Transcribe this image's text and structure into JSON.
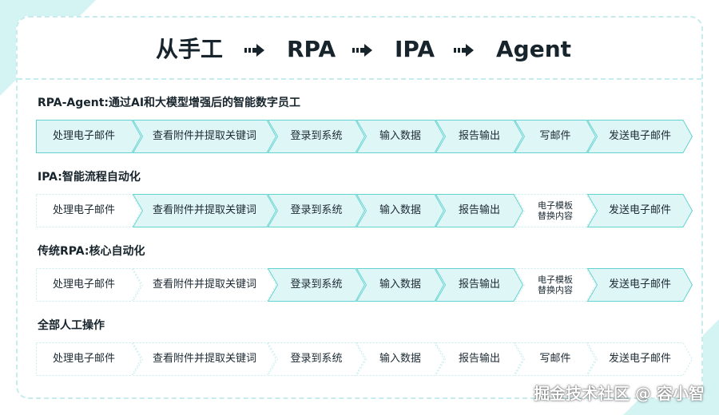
{
  "title": {
    "items": [
      "从手工",
      "RPA",
      "IPA",
      "Agent"
    ]
  },
  "colors": {
    "accent_fill": "#dff6f6",
    "accent_stroke": "#63d3d0",
    "plain_stroke": "#c7ecec"
  },
  "rows": [
    {
      "label": "RPA-Agent:通过AI和大模型增强后的智能数字员工",
      "steps": [
        {
          "text": "处理电子邮件",
          "filled": true
        },
        {
          "text": "查看附件并提取关键词",
          "filled": true
        },
        {
          "text": "登录到系统",
          "filled": true
        },
        {
          "text": "输入数据",
          "filled": true
        },
        {
          "text": "报告输出",
          "filled": true
        },
        {
          "text": "写邮件",
          "filled": true
        },
        {
          "text": "发送电子邮件",
          "filled": true
        }
      ]
    },
    {
      "label": "IPA:智能流程自动化",
      "steps": [
        {
          "text": "处理电子邮件",
          "filled": false
        },
        {
          "text": "查看附件并提取关键词",
          "filled": true
        },
        {
          "text": "登录到系统",
          "filled": true
        },
        {
          "text": "输入数据",
          "filled": true
        },
        {
          "text": "报告输出",
          "filled": true
        },
        {
          "text": "电子模板\n替换内容",
          "filled": false,
          "small": true
        },
        {
          "text": "发送电子邮件",
          "filled": true
        }
      ]
    },
    {
      "label": "传统RPA:核心自动化",
      "steps": [
        {
          "text": "处理电子邮件",
          "filled": false
        },
        {
          "text": "查看附件并提取关键词",
          "filled": false
        },
        {
          "text": "登录到系统",
          "filled": true
        },
        {
          "text": "输入数据",
          "filled": true
        },
        {
          "text": "报告输出",
          "filled": true
        },
        {
          "text": "电子模板\n替换内容",
          "filled": false,
          "small": true
        },
        {
          "text": "发送电子邮件",
          "filled": true
        }
      ]
    },
    {
      "label": "全部人工操作",
      "steps": [
        {
          "text": "处理电子邮件",
          "filled": false
        },
        {
          "text": "查看附件并提取关键词",
          "filled": false
        },
        {
          "text": "登录到系统",
          "filled": false
        },
        {
          "text": "输入数据",
          "filled": false
        },
        {
          "text": "报告输出",
          "filled": false
        },
        {
          "text": "写邮件",
          "filled": false
        },
        {
          "text": "发送电子邮件",
          "filled": false
        }
      ]
    }
  ],
  "watermark": "掘金技术社区 @ 容小智"
}
